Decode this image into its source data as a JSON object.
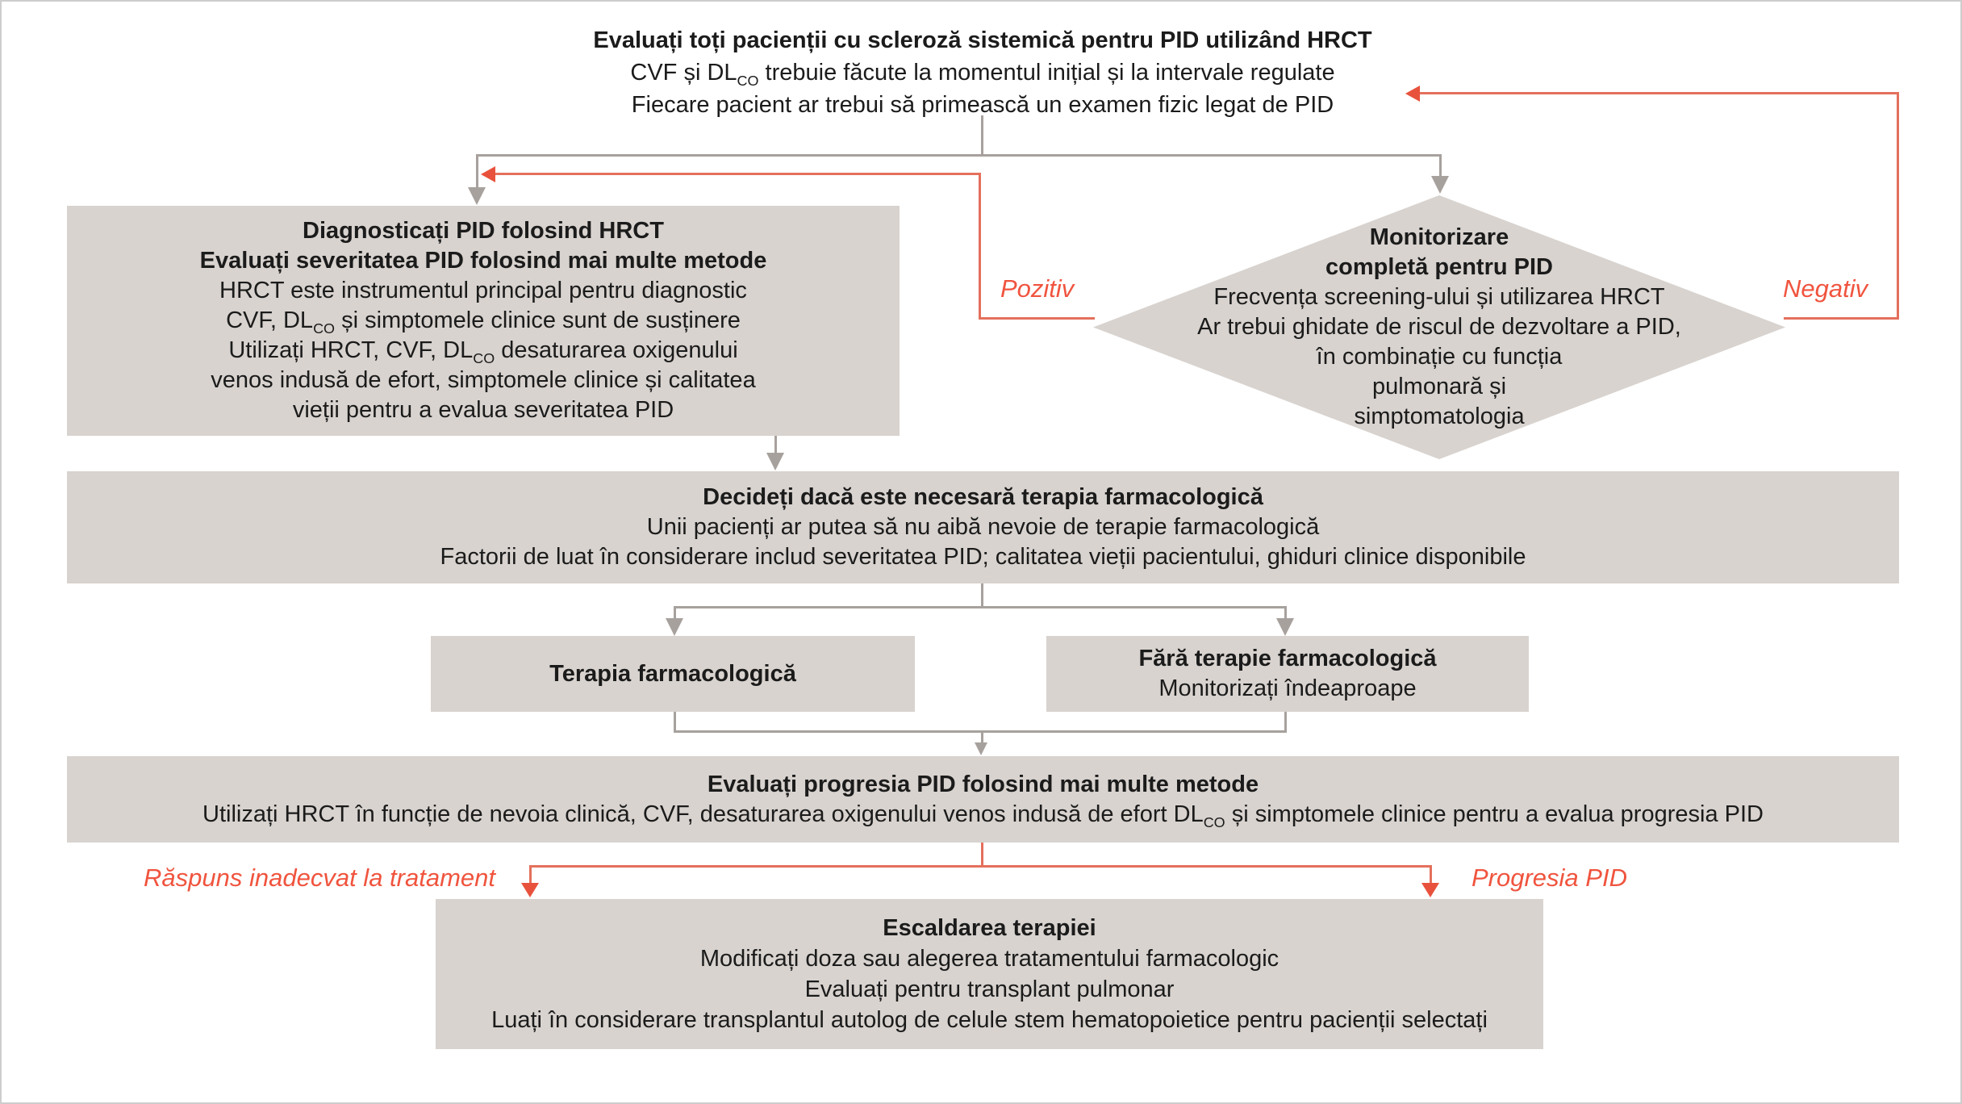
{
  "colors": {
    "box_fill": "#d8d3cf",
    "connector_gray": "#a7a19d",
    "connector_red": "#e4705c",
    "arrow_red": "#e8523c",
    "accent_red": "#f0543e"
  },
  "flowchart": {
    "header": {
      "line1": "Evaluați toți pacienții cu scleroză sistemică pentru PID utilizând HRCT",
      "line2": [
        {
          "t": "CVF și DL"
        },
        {
          "sub": "CO"
        },
        {
          "t": " trebuie făcute la momentul inițial și la intervale regulate"
        }
      ],
      "line3": "Fiecare pacient ar trebui să primească un examen fizic legat de PID"
    },
    "edge_labels": {
      "positive": "Pozitiv",
      "negative": "Negativ",
      "inadequate_response": "Răspuns inadecvat la tratament",
      "progression": "Progresia PID"
    },
    "boxes": {
      "diagnose": {
        "bold1": "Diagnosticați PID folosind HRCT",
        "bold2": "Evaluați severitatea PID folosind mai multe metode",
        "line3": "HRCT este instrumentul principal pentru diagnostic",
        "line4": [
          {
            "t": "CVF, DL"
          },
          {
            "sub": "CO"
          },
          {
            "t": " și simptomele clinice sunt de susținere"
          }
        ],
        "line5": [
          {
            "t": "Utilizați HRCT, CVF, DL"
          },
          {
            "sub": "CO"
          },
          {
            "t": " desaturarea oxigenului"
          }
        ],
        "line6": "venos indusă de efort, simptomele clinice și calitatea",
        "line7": "vieții pentru a evalua severitatea PID"
      },
      "monitor": {
        "bold1": "Monitorizare",
        "bold2": "completă pentru PID",
        "line3": "Frecvența screening-ului și utilizarea HRCT",
        "line4": "Ar trebui ghidate de riscul de dezvoltare a PID,",
        "line5": "în combinație cu funcția",
        "line6": "pulmonară și",
        "line7": "simptomatologia"
      },
      "decide": {
        "bold1": "Decideți dacă este necesară terapia farmacologică",
        "line2": "Unii pacienți ar putea să nu aibă nevoie de terapie farmacologică",
        "line3": "Factorii de luat în considerare includ severitatea PID; calitatea vieții pacientului, ghiduri clinice disponibile"
      },
      "pharma": {
        "bold1": "Terapia farmacologică"
      },
      "no_pharma": {
        "bold1": "Fără terapie farmacologică",
        "line2": "Monitorizați îndeaproape"
      },
      "progress": {
        "bold1": "Evaluați progresia PID folosind mai multe metode",
        "line2": [
          {
            "t": "Utilizați HRCT în funcție de nevoia clinică, CVF, desaturarea oxigenului venos indusă de efort DL"
          },
          {
            "sub": "CO"
          },
          {
            "t": " și simptomele clinice pentru a evalua progresia PID"
          }
        ]
      },
      "escalate": {
        "bold1": "Escaldarea terapiei",
        "line2": "Modificați doza sau alegerea tratamentului farmacologic",
        "line3": "Evaluați pentru transplant pulmonar",
        "line4": "Luați în considerare transplantul autolog de celule stem hematopoietice pentru pacienții selectați"
      }
    }
  }
}
